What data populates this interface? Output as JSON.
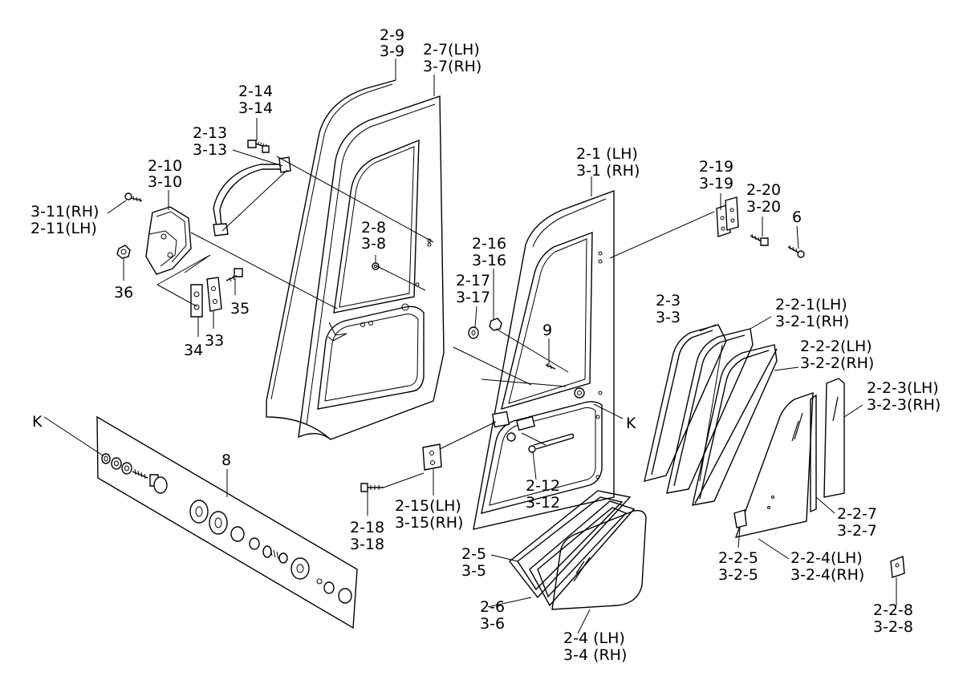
{
  "labels": {
    "l_2_9": "2-9",
    "l_3_9": "3-9",
    "l_2_7": "2-7(LH)",
    "l_3_7": "3-7(RH)",
    "l_2_14": "2-14",
    "l_3_14": "3-14",
    "l_2_13": "2-13",
    "l_3_13": "3-13",
    "l_2_10": "2-10",
    "l_3_10": "3-10",
    "l_3_11": "3-11(RH)",
    "l_2_11": "2-11(LH)",
    "l_36": "36",
    "l_35": "35",
    "l_34": "34",
    "l_33": "33",
    "l_2_8": "2-8",
    "l_3_8": "3-8",
    "l_2_1": "2-1 (LH)",
    "l_3_1": "3-1 (RH)",
    "l_2_19": "2-19",
    "l_3_19": "3-19",
    "l_2_20": "2-20",
    "l_3_20": "3-20",
    "l_6": "6",
    "l_2_16": "2-16",
    "l_3_16": "3-16",
    "l_2_17": "2-17",
    "l_3_17": "3-17",
    "l_9": "9",
    "l_K_left": "K",
    "l_K_right": "K",
    "l_8": "8",
    "l_2_3": "2-3",
    "l_3_3": "3-3",
    "l_2_2_1": "2-2-1(LH)",
    "l_3_2_1": "3-2-1(RH)",
    "l_2_2_2": "2-2-2(LH)",
    "l_3_2_2": "3-2-2(RH)",
    "l_2_2_3": "2-2-3(LH)",
    "l_3_2_3": "3-2-3(RH)",
    "l_2_12": "2-12",
    "l_3_12": "3-12",
    "l_2_15": "2-15(LH)",
    "l_3_15": "3-15(RH)",
    "l_2_18": "2-18",
    "l_3_18": "3-18",
    "l_2_2_7": "2-2-7",
    "l_3_2_7": "3-2-7",
    "l_2_5": "2-5",
    "l_3_5": "3-5",
    "l_2_2_5": "2-2-5",
    "l_3_2_5": "3-2-5",
    "l_2_2_4": "2-2-4(LH)",
    "l_3_2_4": "3-2-4(RH)",
    "l_2_6": "2-6",
    "l_3_6": "3-6",
    "l_2_4": "2-4 (LH)",
    "l_3_4": "3-4 (RH)",
    "l_2_2_8": "2-2-8",
    "l_3_2_8": "3-2-8"
  }
}
